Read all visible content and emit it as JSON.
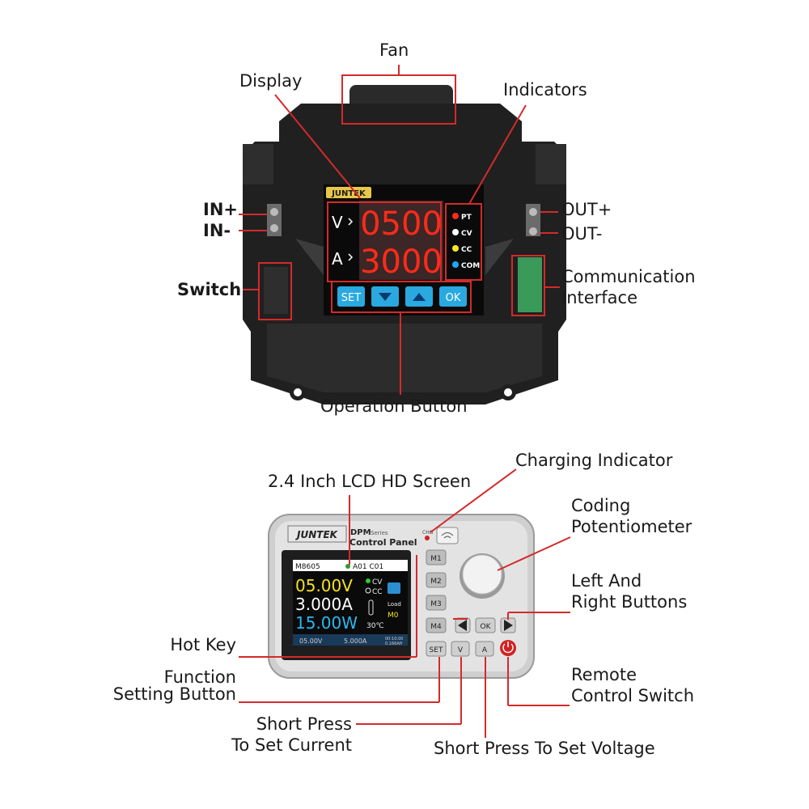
{
  "top": {
    "brand": "JUNTEK",
    "voltage_reading": "0500",
    "current_reading": "3000",
    "v_symbol": "V",
    "a_symbol": "A",
    "indicators": [
      "PT",
      "CV",
      "CC",
      "COM"
    ],
    "buttons": [
      "SET",
      "OK"
    ],
    "labels": {
      "fan": "Fan",
      "display": "Display",
      "indicators": "Indicators",
      "in_plus": "IN+",
      "in_minus": "IN-",
      "switch": "Switch",
      "out_plus": "OUT+",
      "out_minus": "OUT-",
      "comm_line1": "Communication",
      "comm_line2": "Interface",
      "operation": "Operation Button"
    }
  },
  "bottom": {
    "brand": "JUNTEK",
    "series_main": "DPM",
    "series_sub": "Series",
    "panel_name": "Control Panel",
    "chg": "CHG",
    "screen": {
      "model": "M8605",
      "status": "A01 C01",
      "voltage": "05.00V",
      "current": "3.000A",
      "power": "15.00W",
      "cv": "CV",
      "cc": "CC",
      "temp": "30℃",
      "load": "Load",
      "mem": "M0",
      "set_v": "05.00V",
      "set_a": "5.000A",
      "time": "00:10:00",
      "capacity": "0.166AH"
    },
    "hotkeys": [
      "M1",
      "M2",
      "M3",
      "M4"
    ],
    "buttons": {
      "set": "SET",
      "v": "V",
      "a": "A",
      "ok": "OK"
    },
    "labels": {
      "charging": "Charging Indicator",
      "screen": "2.4 Inch LCD HD Screen",
      "coding_line1": "Coding",
      "coding_line2": "Potentiometer",
      "lr_line1": "Left And",
      "lr_line2": "Right Buttons",
      "hotkey": "Hot Key",
      "func_line1": "Function",
      "func_line2": "Setting Button",
      "remote_line1": "Remote",
      "remote_line2": "Control Switch",
      "short_current_line1": "Short Press",
      "short_current_line2": "To Set Current",
      "short_voltage": "Short Press To Set Voltage"
    }
  }
}
